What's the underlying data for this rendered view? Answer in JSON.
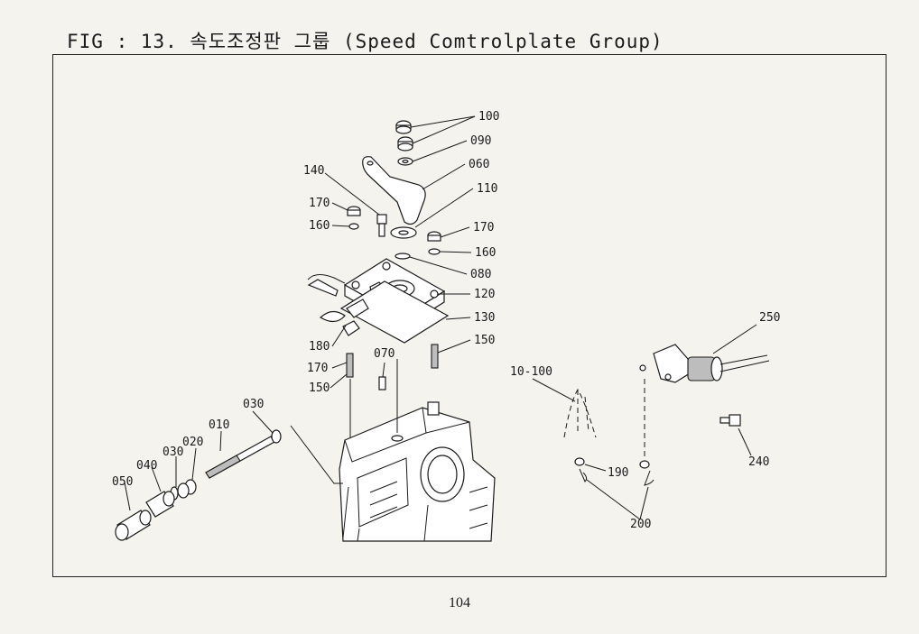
{
  "header": {
    "title": "FIG : 13. 속도조정판 그룹 (Speed Comtrolplate Group)"
  },
  "callouts": [
    {
      "id": "100",
      "text": "100"
    },
    {
      "id": "090",
      "text": "090"
    },
    {
      "id": "060",
      "text": "060"
    },
    {
      "id": "110",
      "text": "110"
    },
    {
      "id": "140",
      "text": "140"
    },
    {
      "id": "170a",
      "text": "170"
    },
    {
      "id": "160a",
      "text": "160"
    },
    {
      "id": "170b",
      "text": "170"
    },
    {
      "id": "160b",
      "text": "160"
    },
    {
      "id": "080",
      "text": "080"
    },
    {
      "id": "120",
      "text": "120"
    },
    {
      "id": "130",
      "text": "130"
    },
    {
      "id": "150a",
      "text": "150"
    },
    {
      "id": "180",
      "text": "180"
    },
    {
      "id": "170c",
      "text": "170"
    },
    {
      "id": "150b",
      "text": "150"
    },
    {
      "id": "070",
      "text": "070"
    },
    {
      "id": "030a",
      "text": "030"
    },
    {
      "id": "010",
      "text": "010"
    },
    {
      "id": "020",
      "text": "020"
    },
    {
      "id": "030b",
      "text": "030"
    },
    {
      "id": "040",
      "text": "040"
    },
    {
      "id": "050",
      "text": "050"
    },
    {
      "id": "10-100",
      "text": "10-100"
    },
    {
      "id": "250",
      "text": "250"
    },
    {
      "id": "240",
      "text": "240"
    },
    {
      "id": "190",
      "text": "190"
    },
    {
      "id": "200",
      "text": "200"
    }
  ],
  "footer": {
    "page_number": "104"
  }
}
